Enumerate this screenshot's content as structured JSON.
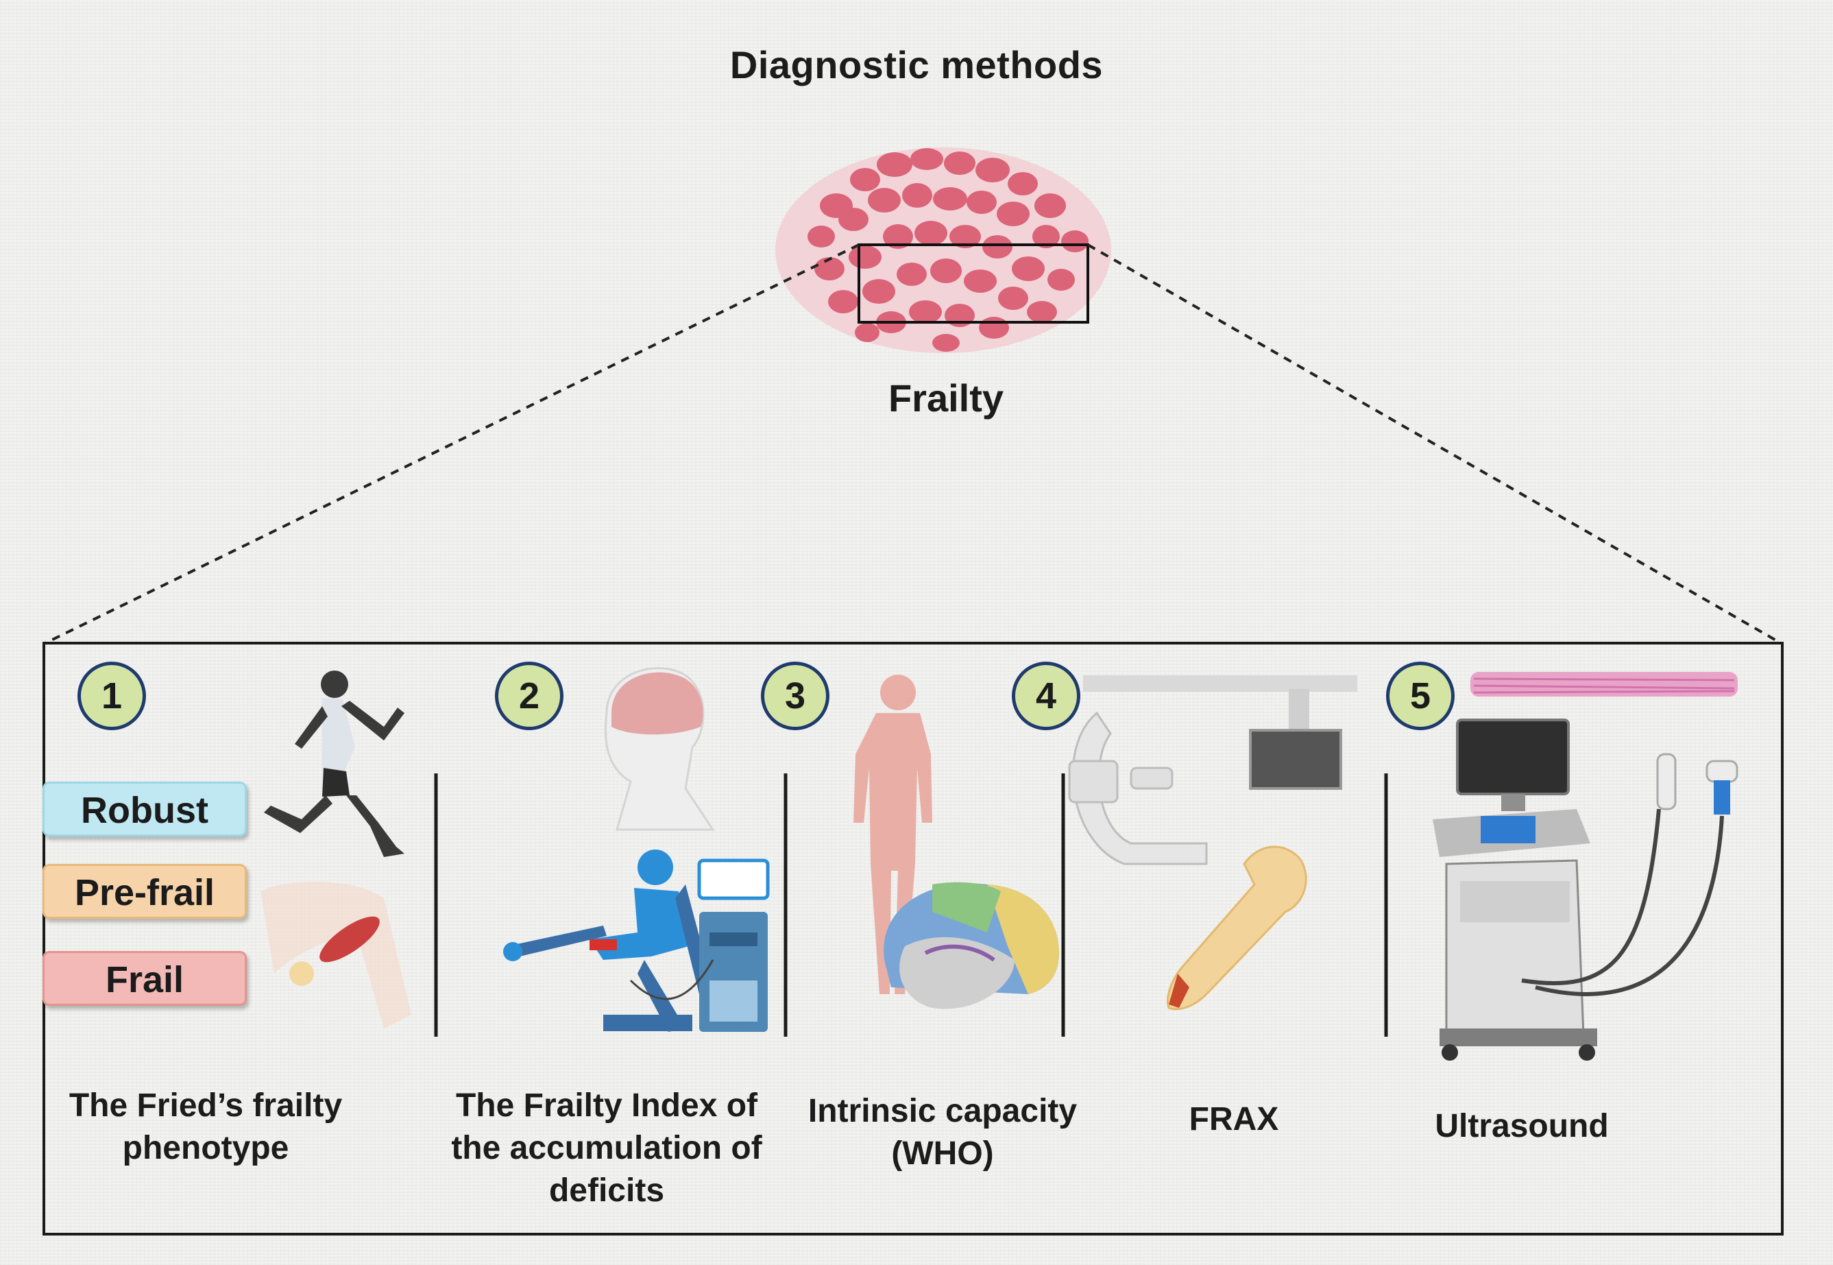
{
  "title": "Diagnostic methods",
  "center_label": "Frailty",
  "badge_color": "#d3e4a4",
  "badge_border": "#1f3b6e",
  "methods": [
    {
      "number": "1",
      "caption_line1": "The Fried’s frailty",
      "caption_line2": "phenotype",
      "caption_line3": "",
      "icons": [
        "runner-icon",
        "arm-muscle-icon"
      ]
    },
    {
      "number": "2",
      "caption_line1": "The Frailty Index of",
      "caption_line2": "the accumulation of",
      "caption_line3": "deficits",
      "icons": [
        "head-brain-icon",
        "exercise-machine-icon"
      ]
    },
    {
      "number": "3",
      "caption_line1": "Intrinsic capacity",
      "caption_line2": "(WHO)",
      "caption_line3": "",
      "icons": [
        "human-body-icon",
        "brain-section-icon"
      ]
    },
    {
      "number": "4",
      "caption_line1": "FRAX",
      "caption_line2": "",
      "caption_line3": "",
      "icons": [
        "xray-machine-icon",
        "bone-icon"
      ]
    },
    {
      "number": "5",
      "caption_line1": "Ultrasound",
      "caption_line2": "",
      "caption_line3": "",
      "icons": [
        "ultrasound-machine-icon",
        "muscle-tissue-icon"
      ]
    }
  ],
  "phenotype_levels": [
    {
      "label": "Robust",
      "color": "#bfe8f3"
    },
    {
      "label": "Pre-frail",
      "color": "#f6d3a8"
    },
    {
      "label": "Frail",
      "color": "#f2b9b6"
    }
  ]
}
